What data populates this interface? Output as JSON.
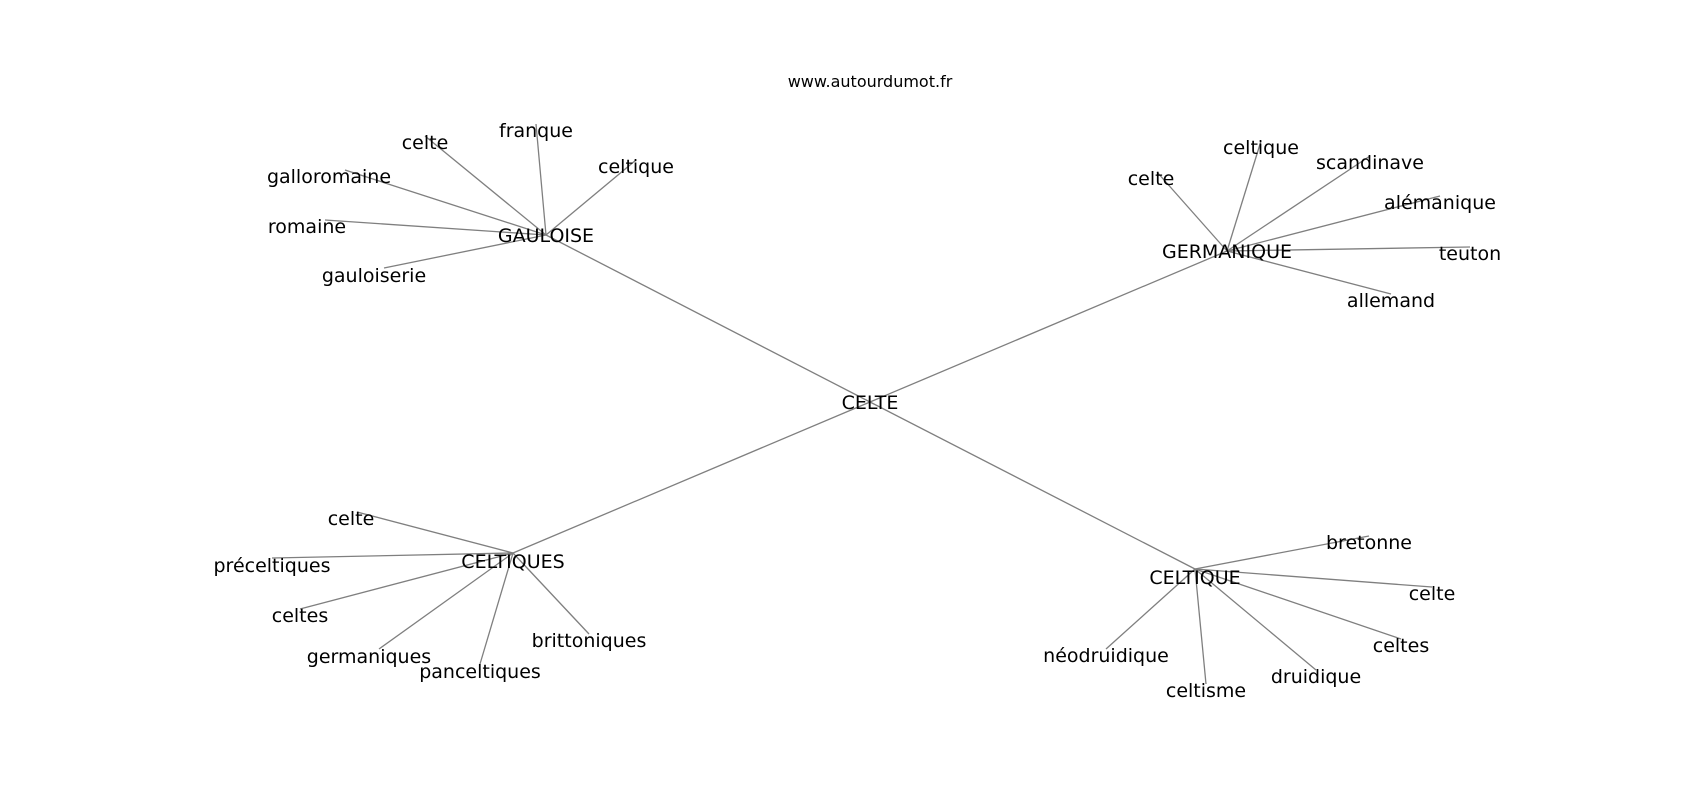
{
  "site": "www.autourdumot.fr",
  "center": "CELTE",
  "clusters": [
    {
      "hub": "GAULOISE",
      "leaves": [
        "celte",
        "franque",
        "celtique",
        "galloromaine",
        "romaine",
        "gauloiserie"
      ]
    },
    {
      "hub": "GERMANIQUE",
      "leaves": [
        "celte",
        "celtique",
        "scandinave",
        "alémanique",
        "teuton",
        "allemand"
      ]
    },
    {
      "hub": "CELTIQUES",
      "leaves": [
        "celte",
        "préceltiques",
        "celtes",
        "germaniques",
        "panceltiques",
        "brittoniques"
      ]
    },
    {
      "hub": "CELTIQUE",
      "leaves": [
        "bretonne",
        "celte",
        "celtes",
        "druidique",
        "celtisme",
        "néodruidique"
      ]
    }
  ]
}
